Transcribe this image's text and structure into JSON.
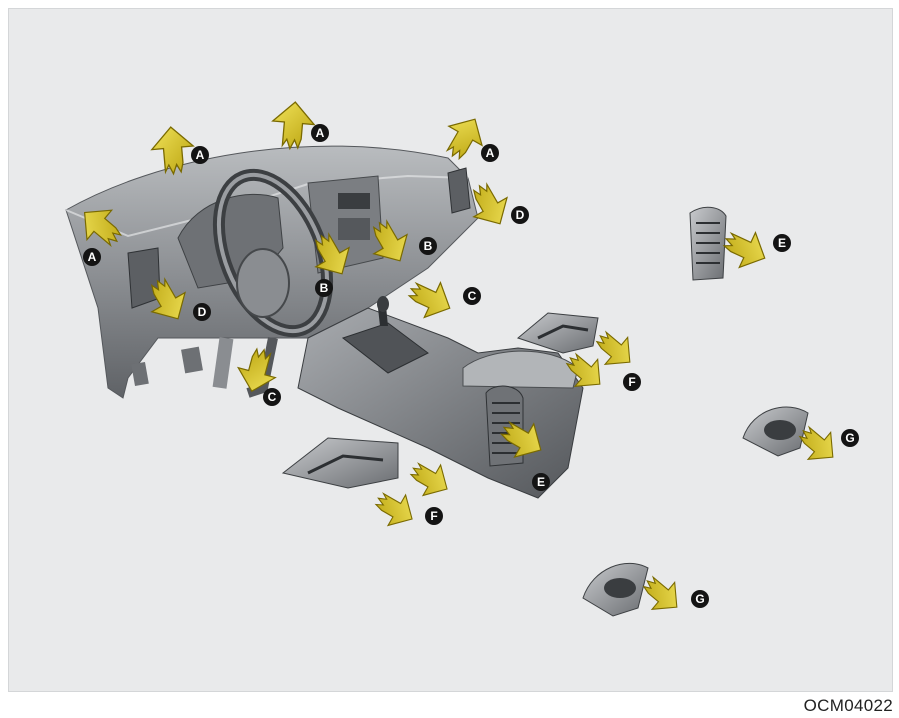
{
  "figure_code": "OCM04022",
  "vent_labels": {
    "A": "A",
    "B": "B",
    "C": "C",
    "D": "D",
    "E": "E",
    "F": "F",
    "G": "G"
  },
  "colors": {
    "arrow_fill": "#d8c51a",
    "arrow_stroke": "#7a6a00",
    "label_circle": "#141414",
    "background_panel": "#e9eaeb",
    "part_gray": "#8e9194"
  }
}
